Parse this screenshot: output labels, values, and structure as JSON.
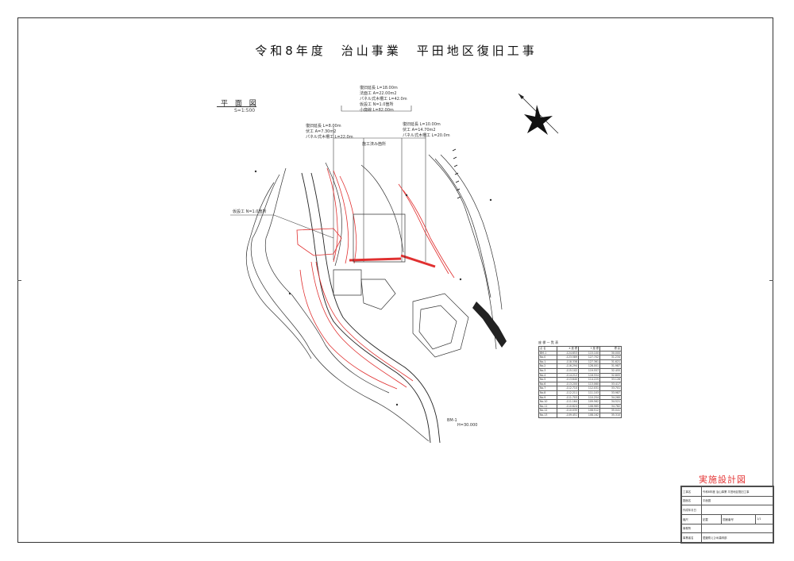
{
  "title": "令和8年度　治山事業　平田地区復旧工事",
  "plan": {
    "label": "平 面 図",
    "scale": "S=1:500"
  },
  "annotations": {
    "top_block": [
      "復旧延長 L=18.00m",
      "法面工 A=22.00m2",
      "パネル式木柵工 L=42.0m",
      "仮設工 N=1.0箇所",
      "小廃線 L=82.00m"
    ],
    "left_block": [
      "復旧延長 L=8.00m",
      "伏工 A=7.30m2",
      "パネル式木柵工 L=22.0m"
    ],
    "right_block": [
      "復旧延長 L=10.00m",
      "伏工 A=14.70m2",
      "パネル式木柵工 L=20.0m"
    ],
    "center_label": "施工済み箇所",
    "left_callout": "仮設工 N=1.0箇所",
    "bm_label": "BM-1",
    "bm_value": "H=30.000"
  },
  "coord_table": {
    "caption": "座 標 一 覧 表",
    "headers": [
      "点 名",
      "X 座 標",
      "Y 座 標",
      "標 高"
    ],
    "rows": [
      [
        "BM-1",
        "-124.653",
        "115.100",
        "30.000"
      ],
      [
        "No.0",
        "-123.589",
        "127.702",
        "31.234"
      ],
      [
        "No.1",
        "-118.338",
        "127.361",
        "31.621"
      ],
      [
        "No.2",
        "-116.294",
        "128.001",
        "31.987"
      ],
      [
        "No.3",
        "-115.102",
        "119.557",
        "32.455"
      ],
      [
        "No.4",
        "-114.212",
        "116.554",
        "32.805"
      ],
      [
        "No.5",
        "-113.640",
        "114.225",
        "33.126"
      ],
      [
        "No.6",
        "-113.200",
        "113.060",
        "33.417"
      ],
      [
        "No.7",
        "-112.710",
        "112.031",
        "33.701"
      ],
      [
        "No.8",
        "-112.211",
        "111.103",
        "33.987"
      ],
      [
        "No.9",
        "-111.703",
        "110.254",
        "34.260"
      ],
      [
        "No.10",
        "-111.164",
        "109.562",
        "34.521"
      ],
      [
        "No.11",
        "-110.624",
        "108.965",
        "34.782"
      ],
      [
        "No.12",
        "-110.035",
        "108.512",
        "35.041"
      ],
      [
        "No.13",
        "-109.451",
        "108.162",
        "35.310"
      ]
    ]
  },
  "title_block": {
    "stamp": "実施設計図",
    "rows": [
      [
        "工事名",
        "令和8年度 治山事業 平田地区復旧工事"
      ],
      [
        "図面名",
        "平面図"
      ],
      [
        "作成年月日",
        ""
      ],
      [
        "縮尺",
        "記載",
        "図面番号",
        "1/1"
      ],
      [
        "事務所",
        ""
      ],
      [
        "事業者名",
        "愛媛県えひめ森林部"
      ]
    ]
  },
  "colors": {
    "red": "#e03030",
    "ink": "#222222"
  }
}
